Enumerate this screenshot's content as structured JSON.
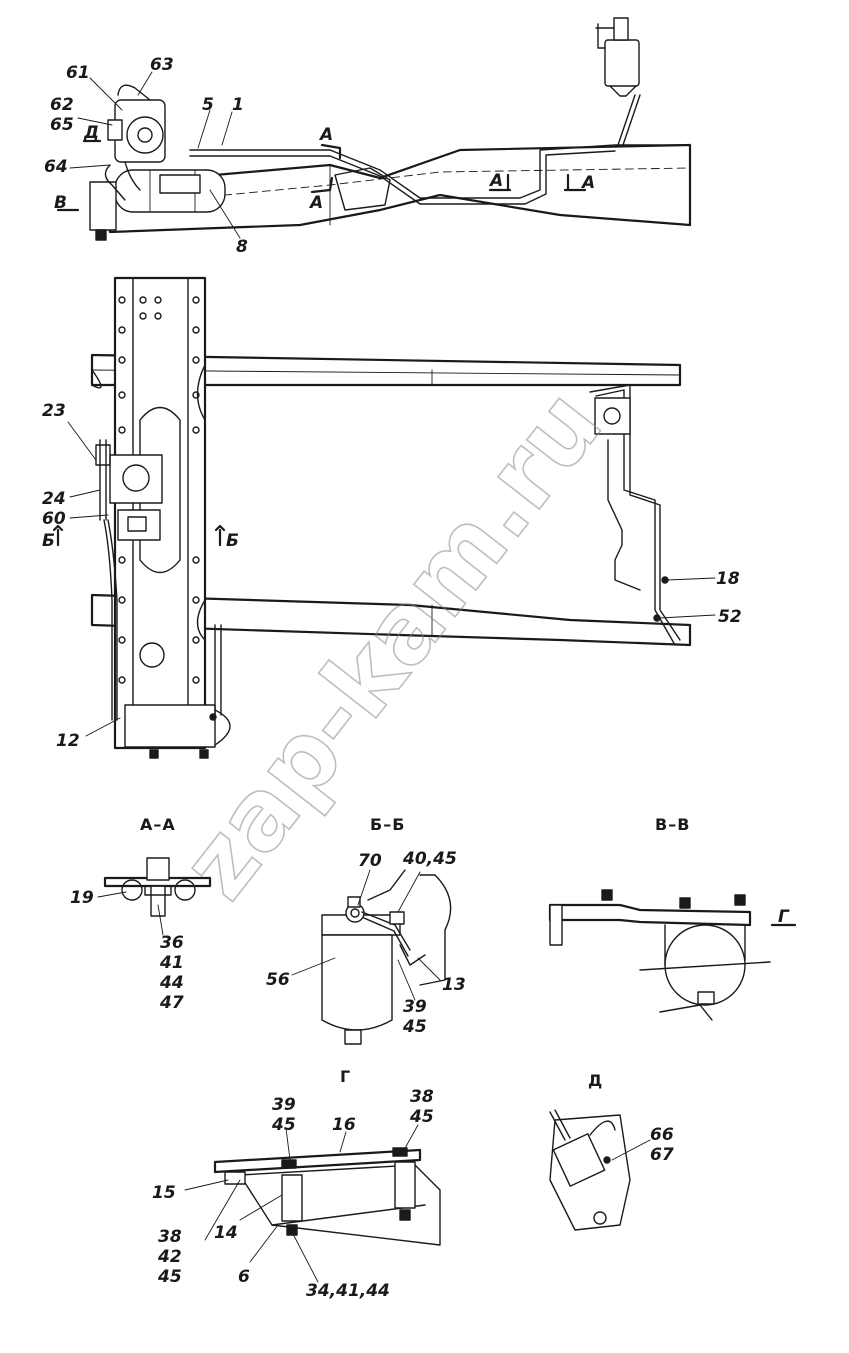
{
  "watermark": "zap-kam.ru",
  "sections": {
    "aa": "А–А",
    "bb": "Б–Б",
    "vv": "В–В",
    "g": "Г",
    "d": "Д"
  },
  "view_marks": {
    "a": "А",
    "b": "Б",
    "v": "В",
    "g": "Г",
    "d": "Д"
  },
  "callouts": {
    "c61": "61",
    "c63": "63",
    "c62": "62",
    "c65": "65",
    "c64": "64",
    "c5": "5",
    "c1": "1",
    "c8": "8",
    "c23": "23",
    "c24": "24",
    "c60": "60",
    "c12": "12",
    "c18": "18",
    "c52": "52",
    "c19": "19",
    "c36": "36",
    "c41": "41",
    "c44": "44",
    "c47": "47",
    "c70": "70",
    "c40_45": "40,45",
    "c56": "56",
    "c13": "13",
    "c39a": "39",
    "c45a": "45",
    "c39b": "39",
    "c45b": "45",
    "c16": "16",
    "c38a": "38",
    "c45c": "45",
    "c15": "15",
    "c14": "14",
    "c38b": "38",
    "c42": "42",
    "c45d": "45",
    "c6": "6",
    "c34_41_44": "34,41,44",
    "c66": "66",
    "c67": "67"
  }
}
